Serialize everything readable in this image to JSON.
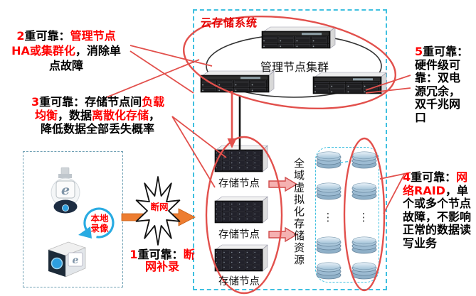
{
  "title": "云存储系统",
  "cluster": {
    "label": "管理节点集群"
  },
  "storage": {
    "nodes": [
      "存储节点",
      "存储节点",
      "存储节点"
    ],
    "virtual_pool_label": "全域虚拟化存储资源",
    "ellipsis_v": "⋮"
  },
  "cameras": {
    "logo": "e",
    "local_record_line1": "本地",
    "local_record_line2": "录像"
  },
  "burst": {
    "label": "断网"
  },
  "annotations": {
    "a1": {
      "n": "1",
      "mid": "重可靠：",
      "hl1": "断",
      "hl2": "网补录"
    },
    "a2": {
      "n": "2",
      "mid": "重可靠：",
      "hl1": "管理节点",
      "hl2": "HA或集群化",
      "rest1": "，消除单",
      "rest2": "点故障"
    },
    "a3": {
      "n": "3",
      "mid": "重可靠：存储节点间",
      "hl1": "负载",
      "hl2": "均衡",
      "rest1": "，数据",
      "hl3": "离散化存储",
      "rest2": "，",
      "rest3": "降低数据全部丢失概率"
    },
    "a4": {
      "n": "4",
      "mid": "重可靠：",
      "hl1": "网",
      "hl2": "络RAID",
      "rest1": "，单",
      "rest2": "个或多个节点",
      "rest3": "故障，不影响",
      "rest4": "正常的数据读",
      "rest5": "写业务"
    },
    "a5": {
      "n": "5",
      "mid": "重可靠：",
      "rest1": "硬件级可",
      "rest2": "靠：双电",
      "rest3": "源冗余，",
      "rest4": "双千兆网",
      "rest5": "口"
    }
  },
  "icons": {
    "dome_camera": "dome-camera-icon",
    "box_camera": "box-camera-icon",
    "server": "rack-server-icon",
    "disk": "storage-disk-icon",
    "burst": "explosion-burst-icon",
    "loop": "record-loop-arrow-icon"
  },
  "colors": {
    "accent_red": "#ff0000",
    "shape_red": "#e2504c",
    "dashed_cyan": "#3fc0e0",
    "camera_box_dash": "#6fa0b4",
    "orange": "#ed7d31",
    "blue": "#29abe2",
    "pink_arrow": "#f5b1b1",
    "pink_arrow_border": "#d04a4a"
  }
}
